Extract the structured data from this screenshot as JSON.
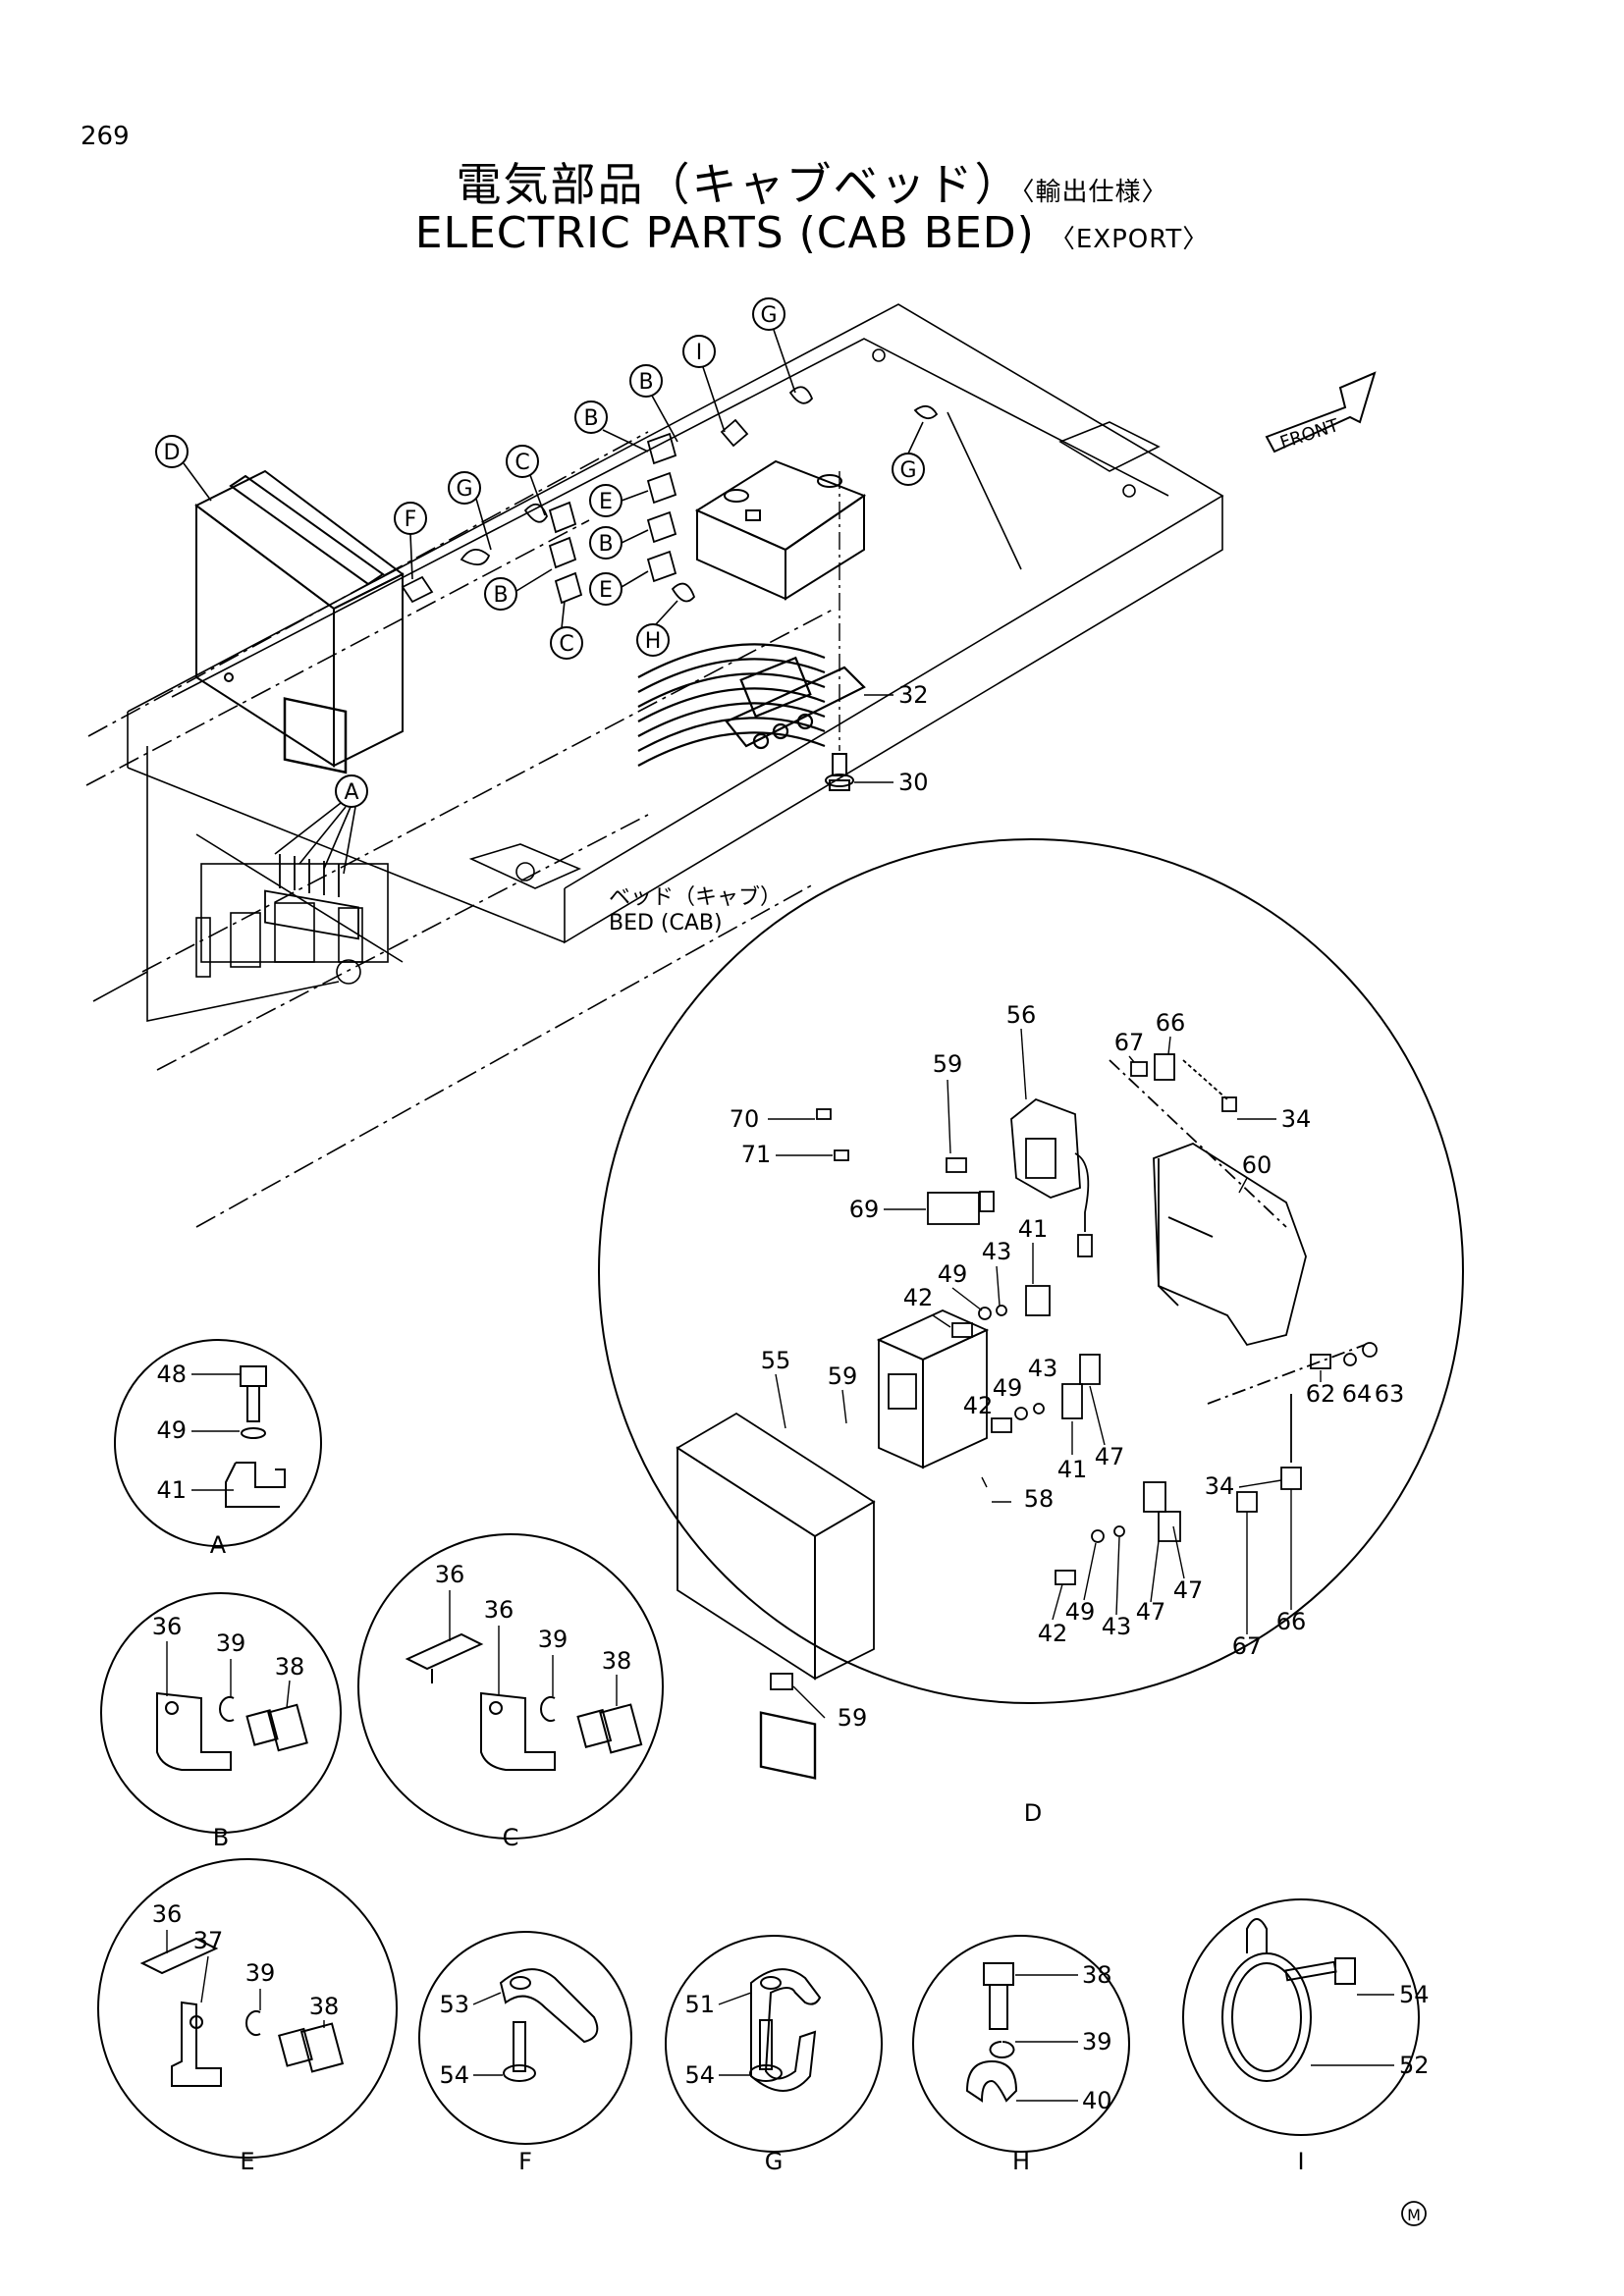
{
  "page_number": "269",
  "title": {
    "jp_main": "電気部品（キャブベッド）",
    "jp_sub": "〈輸出仕様〉",
    "en_main": "ELECTRIC PARTS (CAB BED)",
    "en_sub": "〈EXPORT〉"
  },
  "front_label": "FRONT",
  "bed_label": {
    "jp": "ベッド（キャブ）",
    "en": "BED (CAB)"
  },
  "main_callouts": [
    "A",
    "B",
    "C",
    "D",
    "E",
    "F",
    "G",
    "H",
    "I"
  ],
  "main_part_numbers": [
    "32",
    "30"
  ],
  "detail_D_numbers": [
    "56",
    "59",
    "67",
    "66",
    "34",
    "70",
    "71",
    "69",
    "41",
    "43",
    "49",
    "42",
    "60",
    "55",
    "59",
    "42",
    "49",
    "43",
    "58",
    "41",
    "47",
    "62",
    "64",
    "63",
    "34",
    "42",
    "49",
    "43",
    "47",
    "47",
    "67",
    "66",
    "59"
  ],
  "details": [
    {
      "letter": "A",
      "parts": [
        "48",
        "49",
        "41"
      ]
    },
    {
      "letter": "B",
      "parts": [
        "36",
        "39",
        "38"
      ]
    },
    {
      "letter": "C",
      "parts": [
        "36",
        "36",
        "39",
        "38"
      ]
    },
    {
      "letter": "D",
      "parts": []
    },
    {
      "letter": "E",
      "parts": [
        "36",
        "37",
        "39",
        "38"
      ]
    },
    {
      "letter": "F",
      "parts": [
        "53",
        "54"
      ]
    },
    {
      "letter": "G",
      "parts": [
        "51",
        "54"
      ]
    },
    {
      "letter": "H",
      "parts": [
        "38",
        "39",
        "40"
      ]
    },
    {
      "letter": "I",
      "parts": [
        "54",
        "52"
      ]
    }
  ],
  "footer_mark": "M"
}
